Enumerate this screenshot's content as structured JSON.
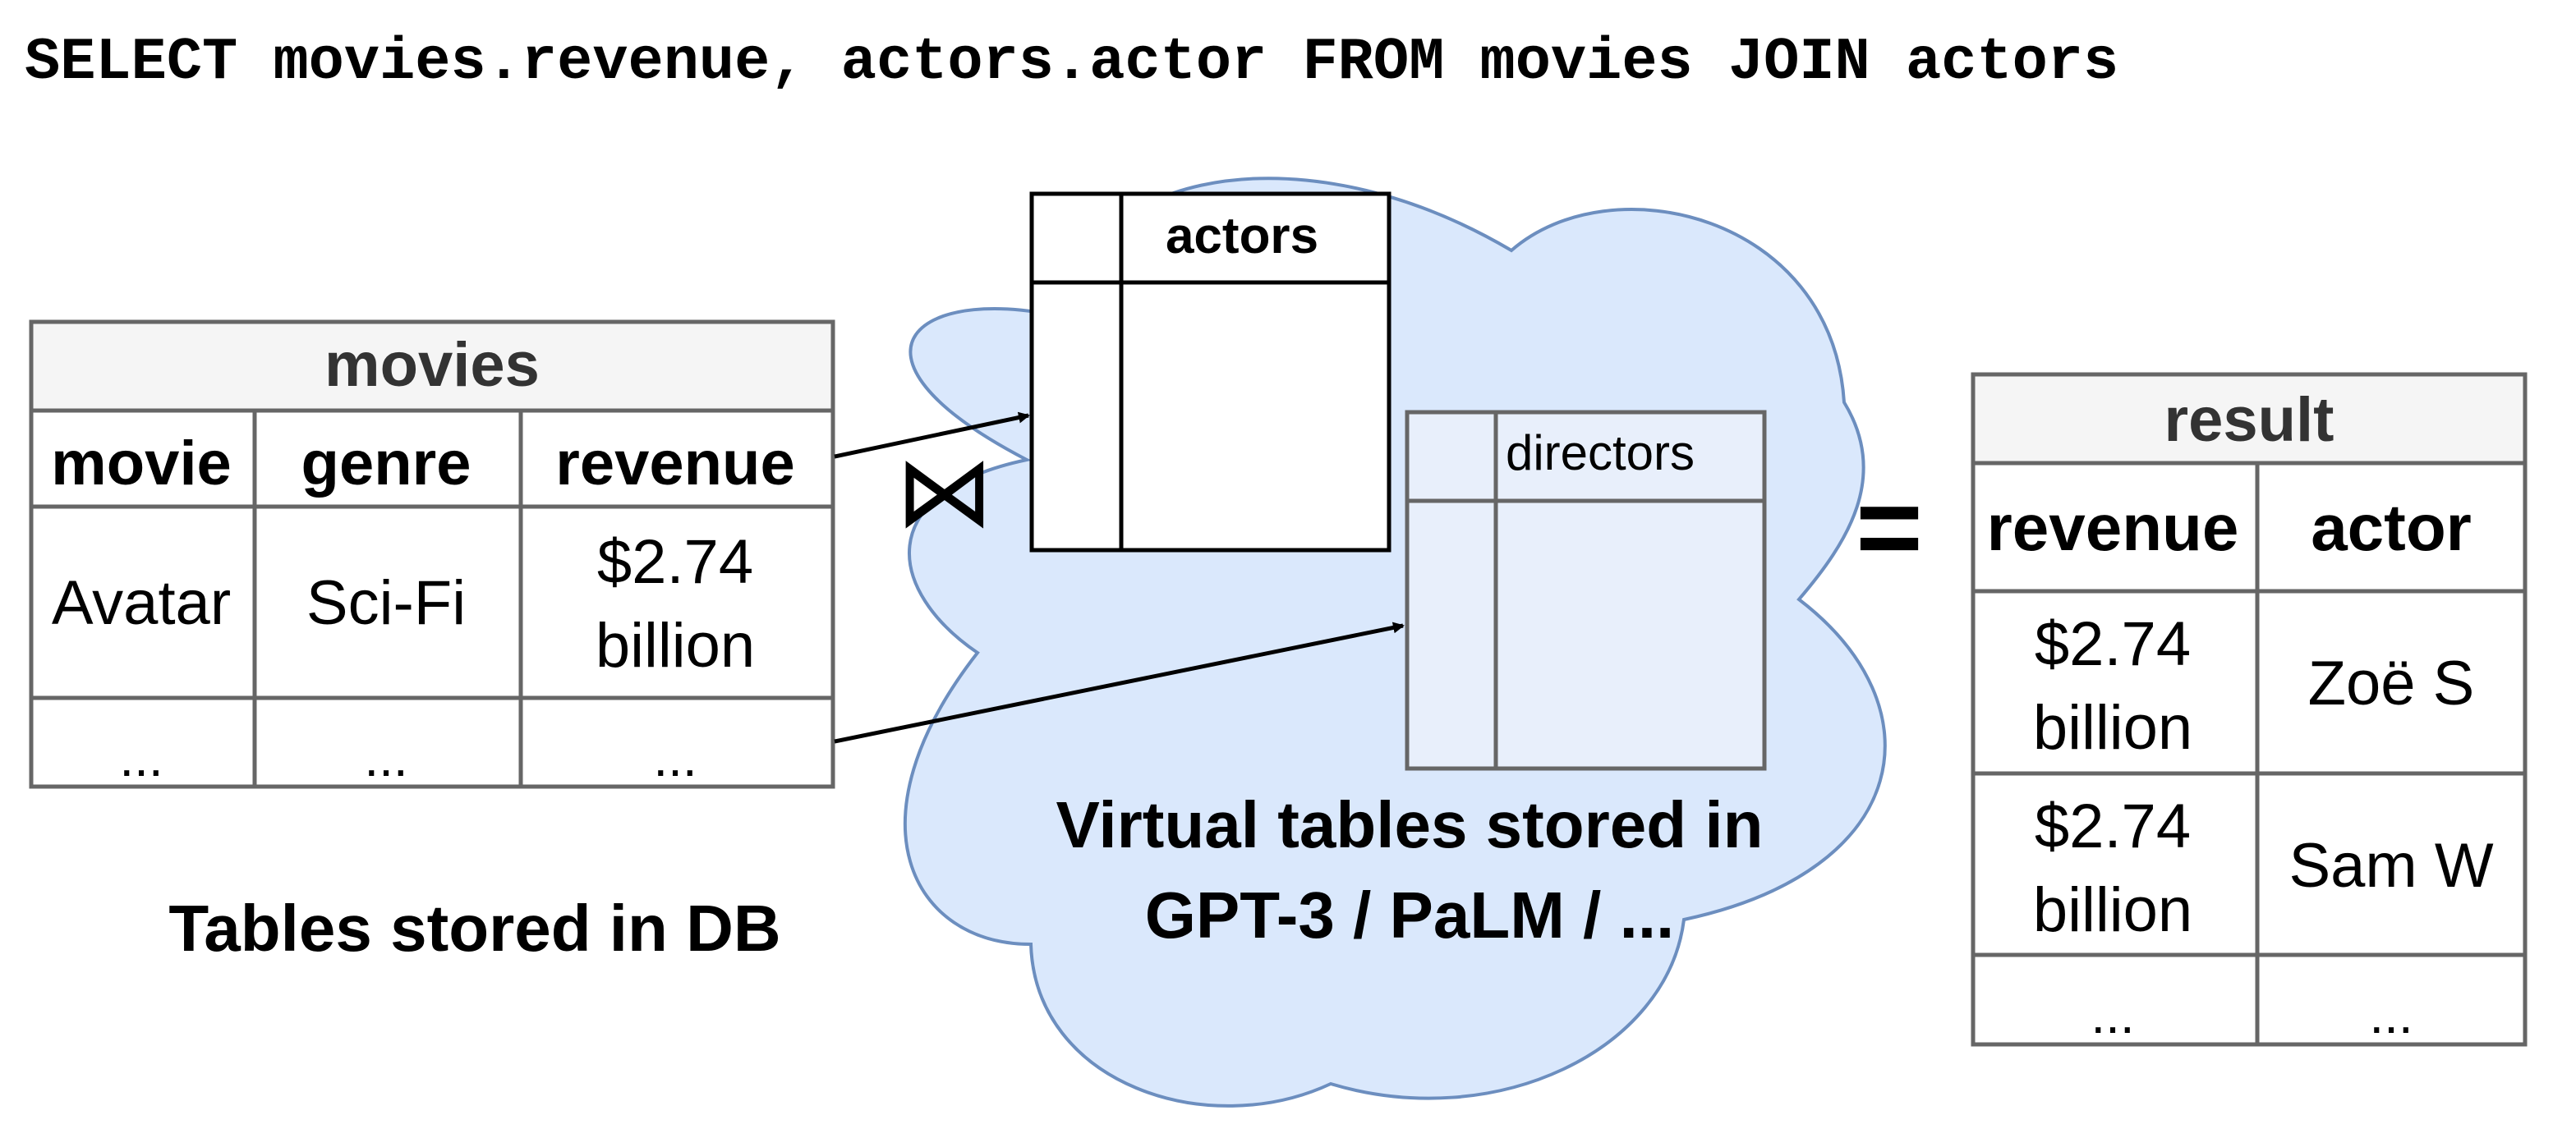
{
  "query": "SELECT movies.revenue, actors.actor FROM movies JOIN actors",
  "join_symbol": "⋈",
  "equals_symbol": "=",
  "movies_table": {
    "title": "movies",
    "headers": [
      "movie",
      "genre",
      "revenue"
    ],
    "row1": [
      "Avatar",
      "Sci-Fi",
      "$2.74",
      "billion"
    ],
    "row2": [
      "...",
      "...",
      "..."
    ]
  },
  "db_caption": "Tables stored in DB",
  "actors_table": {
    "title": "actors"
  },
  "directors_table": {
    "title": "directors"
  },
  "cloud_caption": [
    "Virtual tables stored in",
    "GPT-3 / PaLM / ..."
  ],
  "result_table": {
    "title": "result",
    "headers": [
      "revenue",
      "actor"
    ],
    "rows": [
      [
        "$2.74",
        "billion",
        "Zoë S"
      ],
      [
        "$2.74",
        "billion",
        "Sam W"
      ],
      [
        "...",
        "..."
      ]
    ]
  },
  "colors": {
    "cloud_fill": "#dae8fc",
    "cloud_stroke": "#6c8ebf",
    "header_fill": "#f5f5f5",
    "table_stroke": "#666666",
    "directors_fill": "#e8effb"
  }
}
